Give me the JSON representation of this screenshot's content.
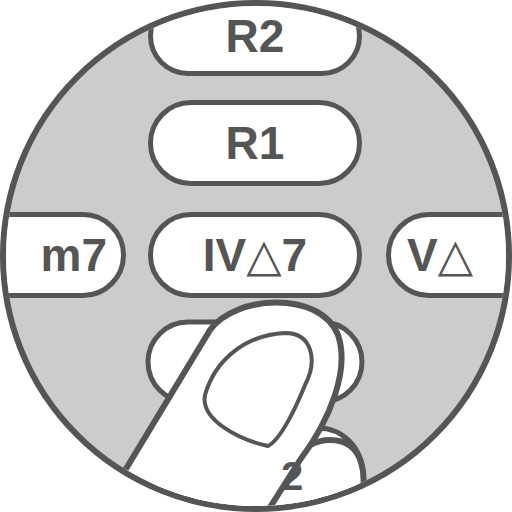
{
  "diagram": {
    "nodes": [
      {
        "text": [
          "R2"
        ]
      },
      {
        "text": [
          "R1"
        ]
      },
      {
        "text": [
          "m7"
        ]
      },
      {
        "text": [
          "IV△7"
        ]
      },
      {
        "text": [
          "V△"
        ]
      },
      {
        "text": [
          "2"
        ]
      }
    ]
  }
}
